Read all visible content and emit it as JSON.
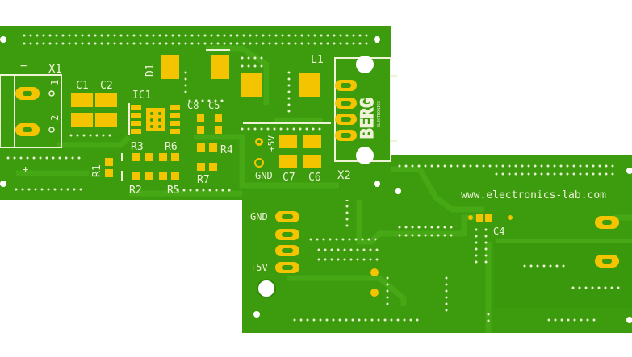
{
  "board_top": {
    "connector_left": "X1",
    "pin_one": "1",
    "pin_two": "2",
    "minus_sign": "−",
    "plus_sign": "+",
    "cap1": "C1",
    "cap2": "C2",
    "ic": "IC1",
    "diode": "D1",
    "inductor": "L1",
    "cap8": "C8",
    "cap5": "C5",
    "res3": "R3",
    "res6": "R6",
    "res4": "R4",
    "res1": "R1",
    "res2": "R2",
    "res5": "R5",
    "res7": "R7",
    "plus5v": "+5V",
    "gnd": "GND",
    "cap7": "C7",
    "cap6": "C6",
    "connector_right": "X2",
    "berg_logo": "BERG",
    "berg_sub": "ELECTRONICS"
  },
  "board_bottom": {
    "url": "www.electronics-lab.com",
    "gnd": "GND",
    "plus5v": "+5V",
    "cap4": "C4"
  },
  "colors": {
    "pcb_green": "#3c9c0e",
    "pcb_edge": "#2f8a08",
    "trace": "#46a814",
    "pad_gold": "#f5c400",
    "silkscreen": "#eef3d8",
    "background": "#ffffff"
  }
}
